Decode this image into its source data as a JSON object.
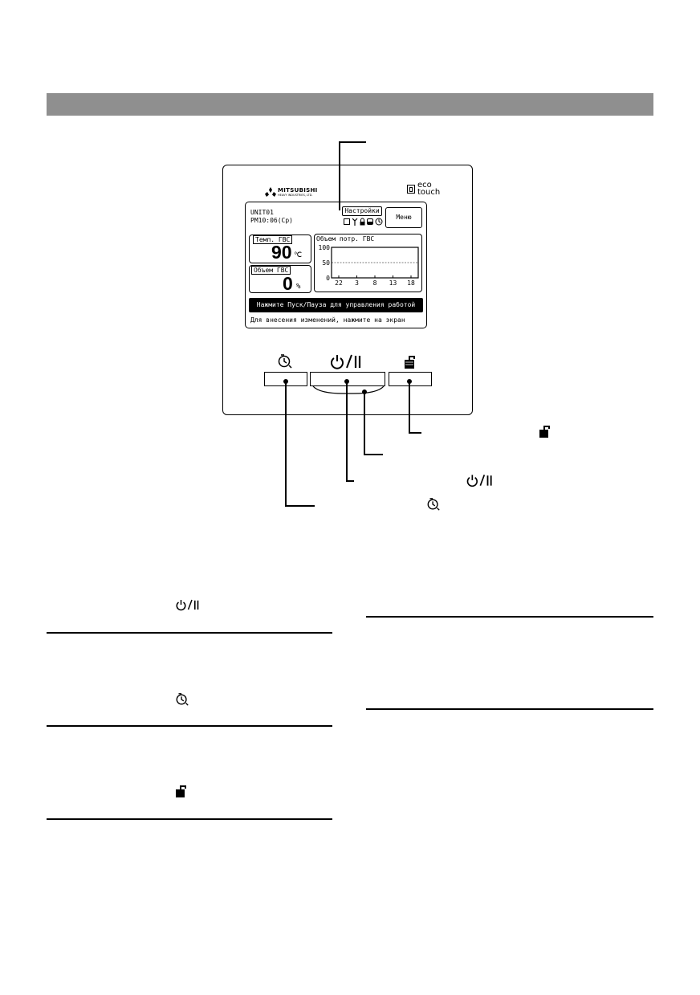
{
  "device": {
    "brand": "MITSUBISHI",
    "brand_sub": "HEAVY INDUSTRIES, LTD.",
    "eco_label_1": "eco",
    "eco_label_2": "touch"
  },
  "screen": {
    "unit_name": "UNIT01",
    "clock": "PM10:06(Ср)",
    "settings_button": "Настройки",
    "menu_button": "Меню",
    "temp_label": "Темп. ГВС",
    "temp_value": "90",
    "temp_unit": "℃",
    "volume_label": "Объем ГВС",
    "volume_value": "0",
    "volume_unit": "%",
    "chart_title": "Объем потр. ГВС",
    "message": "Нажмите Пуск/Пауза для управления работой",
    "hint": "Для внесения изменений, нажмите на экран"
  },
  "chart_data": {
    "type": "line",
    "title": "Объем потр. ГВС",
    "categories": [
      "22",
      "3",
      "8",
      "13",
      "18"
    ],
    "ylim": [
      0,
      100
    ],
    "y_ticks": [
      "100",
      "50",
      "0"
    ],
    "grid": "dashed horizontal",
    "series": []
  },
  "hardware": {
    "power_symbol": "⏻/II"
  },
  "colors": {
    "header_bar": "#8f8f8f",
    "message_bg": "#000000"
  }
}
